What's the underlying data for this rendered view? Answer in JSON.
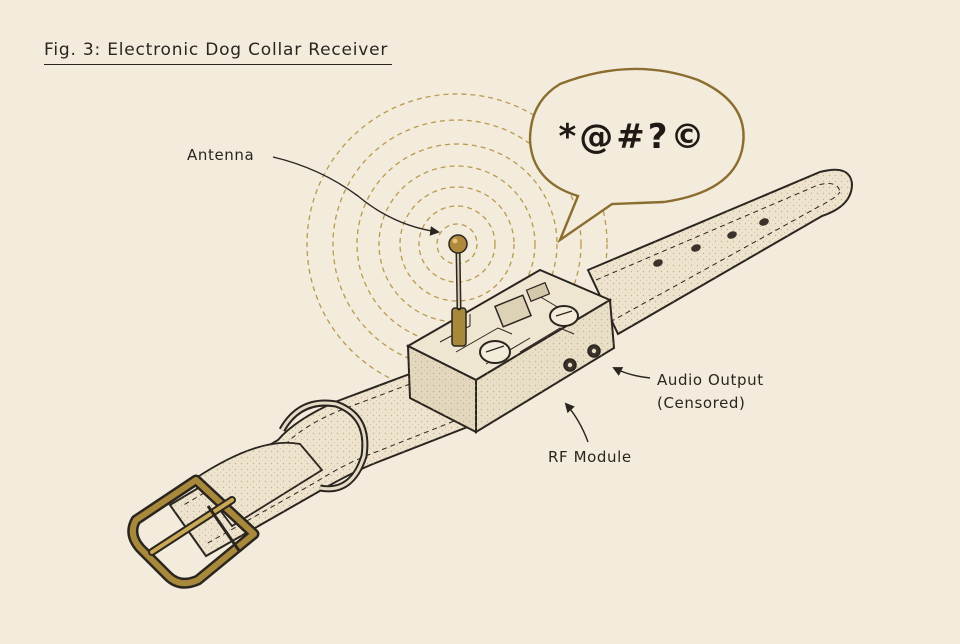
{
  "figure": {
    "title": "Fig. 3: Electronic Dog Collar Receiver"
  },
  "labels": {
    "antenna": "Antenna",
    "audio_output": "Audio Output",
    "audio_output_note": "(Censored)",
    "rf_module": "RF Module"
  },
  "speech_bubble": {
    "text": "*@#?©"
  },
  "colors": {
    "paper": "#f3ebdb",
    "ink": "#2b2520",
    "strap": "#eee3cd",
    "device": "#e9dec6",
    "brass": "#a8883a",
    "signal_waves": "#b99a4e",
    "bubble_outline": "#8a6d2f"
  },
  "icons": {
    "antenna": "antenna-icon",
    "buckle": "buckle-icon",
    "d_ring": "d-ring-icon",
    "knob": "knob-icon",
    "audio_jack": "audio-jack-icon",
    "signal": "signal-waves-icon"
  }
}
